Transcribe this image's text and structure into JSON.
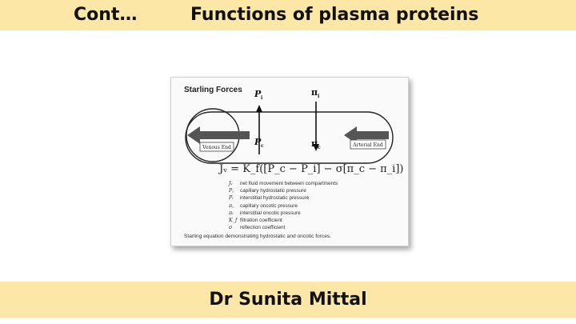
{
  "header": {
    "prefix": "Cont…",
    "title": "Functions of plasma proteins"
  },
  "figure": {
    "title": "Starling Forces",
    "labels": {
      "pi_top": "P",
      "pi_top_sub": "i",
      "pc_bottom": "P",
      "pc_bottom_sub": "c",
      "oncotic_top": "π",
      "oncotic_top_sub": "i",
      "oncotic_bottom": "π",
      "oncotic_bottom_sub": "c",
      "venous_end": "Venous End",
      "arterial_end": "Arterial End"
    },
    "equation": "Jᵥ = K_f([P_c − P_i] − σ[π_c − π_i])",
    "legend": [
      {
        "symbol": "Jᵥ",
        "text": "net fluid movement between compartments"
      },
      {
        "symbol": "P꜀",
        "text": "capillary hydrostatic pressure"
      },
      {
        "symbol": "Pᵢ",
        "text": "interstitial hydrostatic pressure"
      },
      {
        "symbol": "π꜀",
        "text": "capillary oncotic pressure"
      },
      {
        "symbol": "πᵢ",
        "text": "interstitial oncotic pressure"
      },
      {
        "symbol": "K_f",
        "text": "filtration coefficient"
      },
      {
        "symbol": "σ",
        "text": "reflection coefficient"
      }
    ],
    "caption": "Starling equation demonstrating hydrostatic and oncotic forces."
  },
  "footer": {
    "author": "Dr Sunita Mittal"
  },
  "colors": {
    "bar": "#fde7a6",
    "arrow_fill": "#555555"
  }
}
